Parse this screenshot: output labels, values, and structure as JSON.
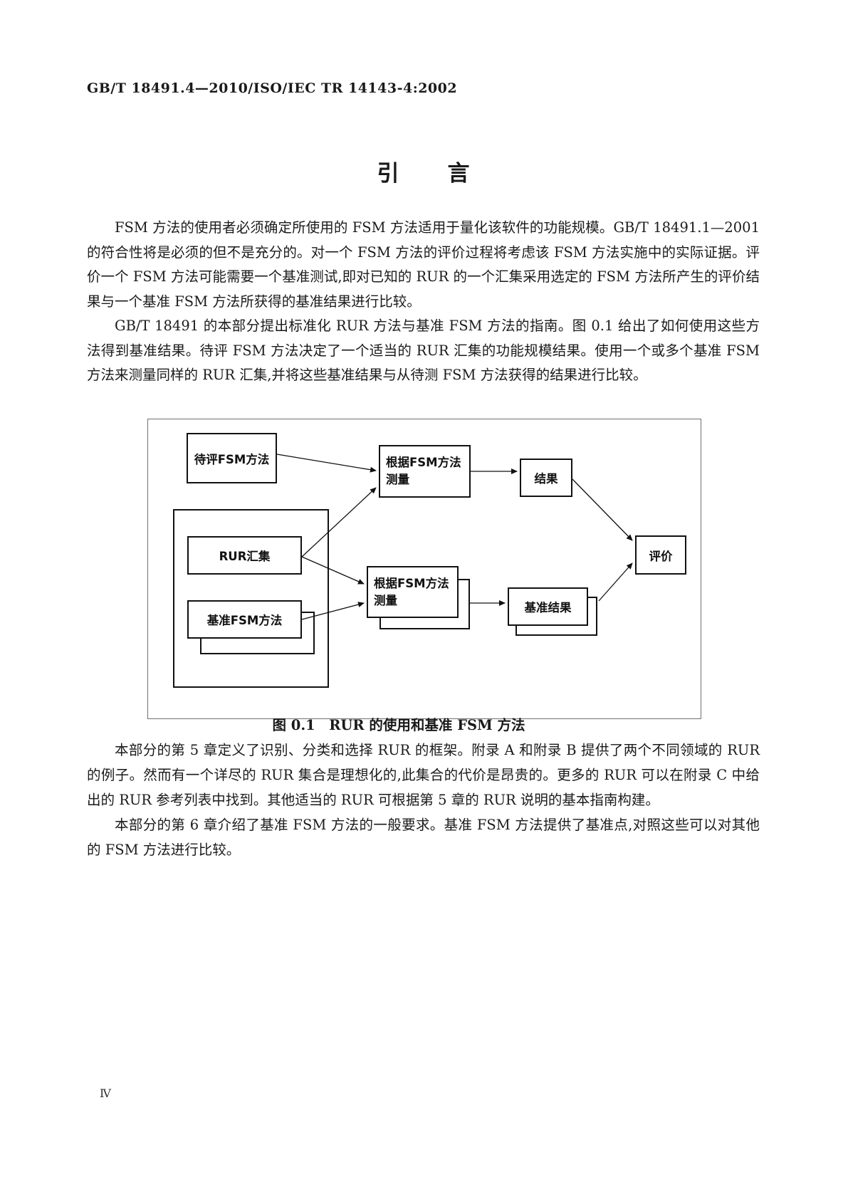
{
  "document": {
    "header": "GB/T 18491.4—2010/ISO/IEC TR 14143-4:2002",
    "title": "引　　言",
    "page_number": "Ⅳ"
  },
  "intro": {
    "paragraphs": [
      "FSM 方法的使用者必须确定所使用的 FSM 方法适用于量化该软件的功能规模。GB/T 18491.1—2001 的符合性将是必须的但不是充分的。对一个 FSM 方法的评价过程将考虑该 FSM 方法实施中的实际证据。评价一个 FSM 方法可能需要一个基准测试,即对已知的 RUR 的一个汇集采用选定的 FSM 方法所产生的评价结果与一个基准 FSM 方法所获得的基准结果进行比较。",
      "GB/T 18491 的本部分提出标准化 RUR 方法与基准 FSM 方法的指南。图 0.1 给出了如何使用这些方法得到基准结果。待评 FSM 方法决定了一个适当的 RUR 汇集的功能规模结果。使用一个或多个基准 FSM 方法来测量同样的 RUR 汇集,并将这些基准结果与从待测 FSM 方法获得的结果进行比较。",
      "本部分的第 5 章定义了识别、分类和选择 RUR 的框架。附录 A 和附录 B 提供了两个不同领域的 RUR 的例子。然而有一个详尽的 RUR 集合是理想化的,此集合的代价是昂贵的。更多的 RUR 可以在附录 C 中给出的 RUR 参考列表中找到。其他适当的 RUR 可根据第 5 章的 RUR 说明的基本指南构建。",
      "本部分的第 6 章介绍了基准 FSM 方法的一般要求。基准 FSM 方法提供了基准点,对照这些可以对其他的 FSM 方法进行比较。"
    ]
  },
  "figure": {
    "caption": "图 0.1　RUR 的使用和基准 FSM 方法",
    "nodes": {
      "fsm_under_evaluation": "待评FSM方法",
      "measure_line1": "根据FSM方法",
      "measure_line2": "测量",
      "result": "结果",
      "rur_collection": "RUR汇集",
      "benchmark_fsm": "基准FSM方法",
      "benchmark_result": "基准结果",
      "evaluation": "评价"
    }
  }
}
